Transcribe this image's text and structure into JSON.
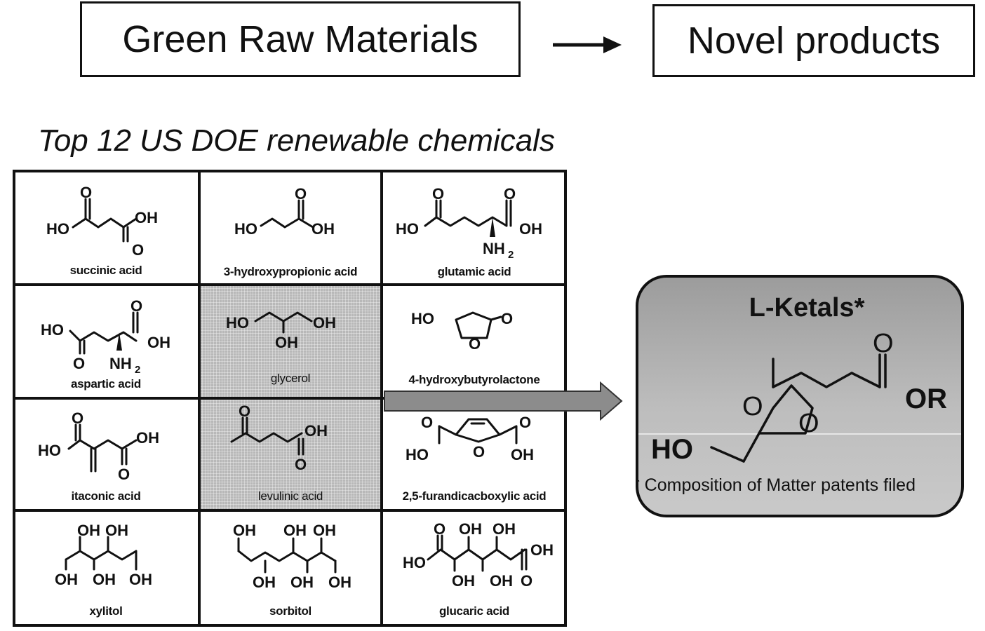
{
  "header": {
    "left_label": "Green Raw Materials",
    "right_label": "Novel products"
  },
  "subtitle": "Top 12 US DOE renewable chemicals",
  "chemicals": [
    {
      "name": "succinic acid",
      "shaded": false
    },
    {
      "name": "3-hydroxypropionic acid",
      "shaded": false
    },
    {
      "name": "glutamic acid",
      "shaded": false
    },
    {
      "name": "aspartic acid",
      "shaded": false
    },
    {
      "name": "glycerol",
      "shaded": true
    },
    {
      "name": "4-hydroxybutyrolactone",
      "shaded": false
    },
    {
      "name": "itaconic acid",
      "shaded": false
    },
    {
      "name": "levulinic acid",
      "shaded": true
    },
    {
      "name": "2,5-furandicacboxylic acid",
      "shaded": false
    },
    {
      "name": "xylitol",
      "shaded": false
    },
    {
      "name": "sorbitol",
      "shaded": false
    },
    {
      "name": "glucaric acid",
      "shaded": false
    }
  ],
  "product": {
    "title": "L-Ketals*",
    "note": "* Composition of Matter patents filed",
    "atoms": {
      "o": "O",
      "or": "OR",
      "ho": "HO"
    }
  },
  "atoms": {
    "ho": "HO",
    "oh": "OH",
    "o": "O",
    "nh2": "NH",
    "sub2": "2"
  },
  "colors": {
    "shaded_cell": "#b8b8b8",
    "panel": "#b0b0b0",
    "arrow": "#8c8c8c"
  }
}
